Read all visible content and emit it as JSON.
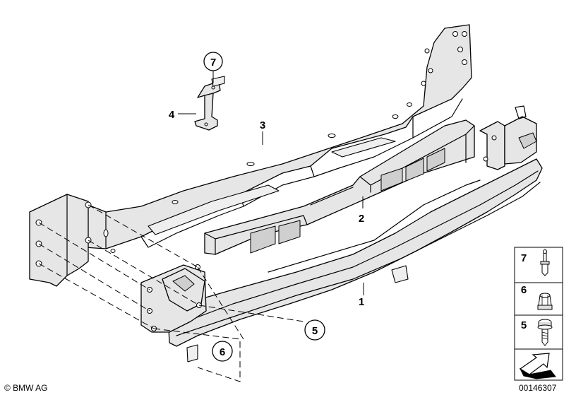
{
  "callouts": {
    "p1": "1",
    "p2": "2",
    "p3": "3",
    "p4": "4",
    "p5": "5",
    "p6": "6",
    "p7": "7"
  },
  "legend": [
    {
      "label": "7",
      "icon": "blind-rivet-icon"
    },
    {
      "label": "6",
      "icon": "nut-icon"
    },
    {
      "label": "5",
      "icon": "screw-icon"
    }
  ],
  "footer": {
    "copyright": "© BMW AG",
    "image_number": "00146307"
  },
  "colors": {
    "line": "#000000",
    "fill": "#e6e6e6",
    "background": "#ffffff"
  }
}
